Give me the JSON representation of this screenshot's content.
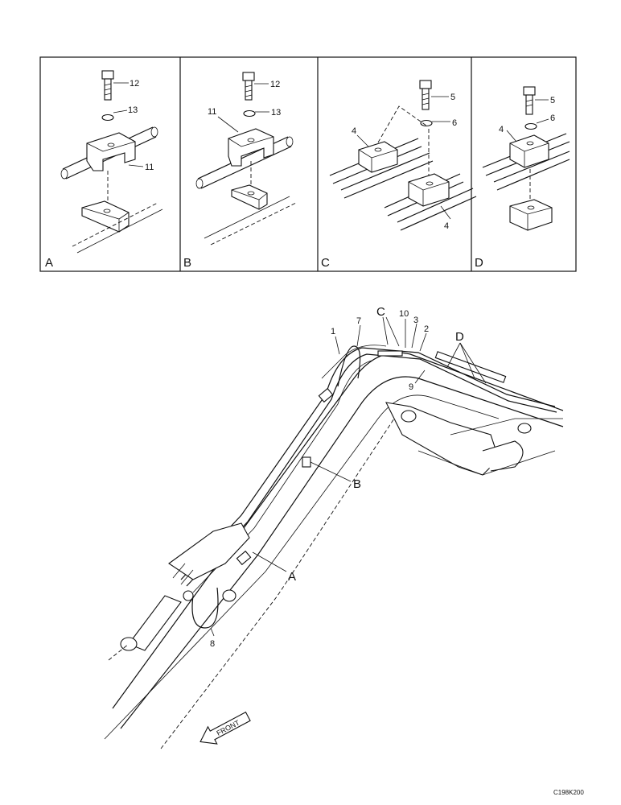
{
  "detail_panels": [
    {
      "letter": "A",
      "callouts": [
        "12",
        "13",
        "11"
      ]
    },
    {
      "letter": "B",
      "callouts": [
        "12",
        "11",
        "13"
      ]
    },
    {
      "letter": "C",
      "callouts": [
        "5",
        "4",
        "6",
        "4"
      ]
    },
    {
      "letter": "D",
      "callouts": [
        "5",
        "4",
        "6"
      ]
    }
  ],
  "main_callouts": {
    "c1": "1",
    "c7": "7",
    "cC": "C",
    "c10": "10",
    "c3": "3",
    "c2": "2",
    "cD": "D",
    "c9": "9",
    "cB": "B",
    "cA": "A",
    "c8": "8"
  },
  "front_label": "FRONT",
  "figure_code": "C198K200"
}
